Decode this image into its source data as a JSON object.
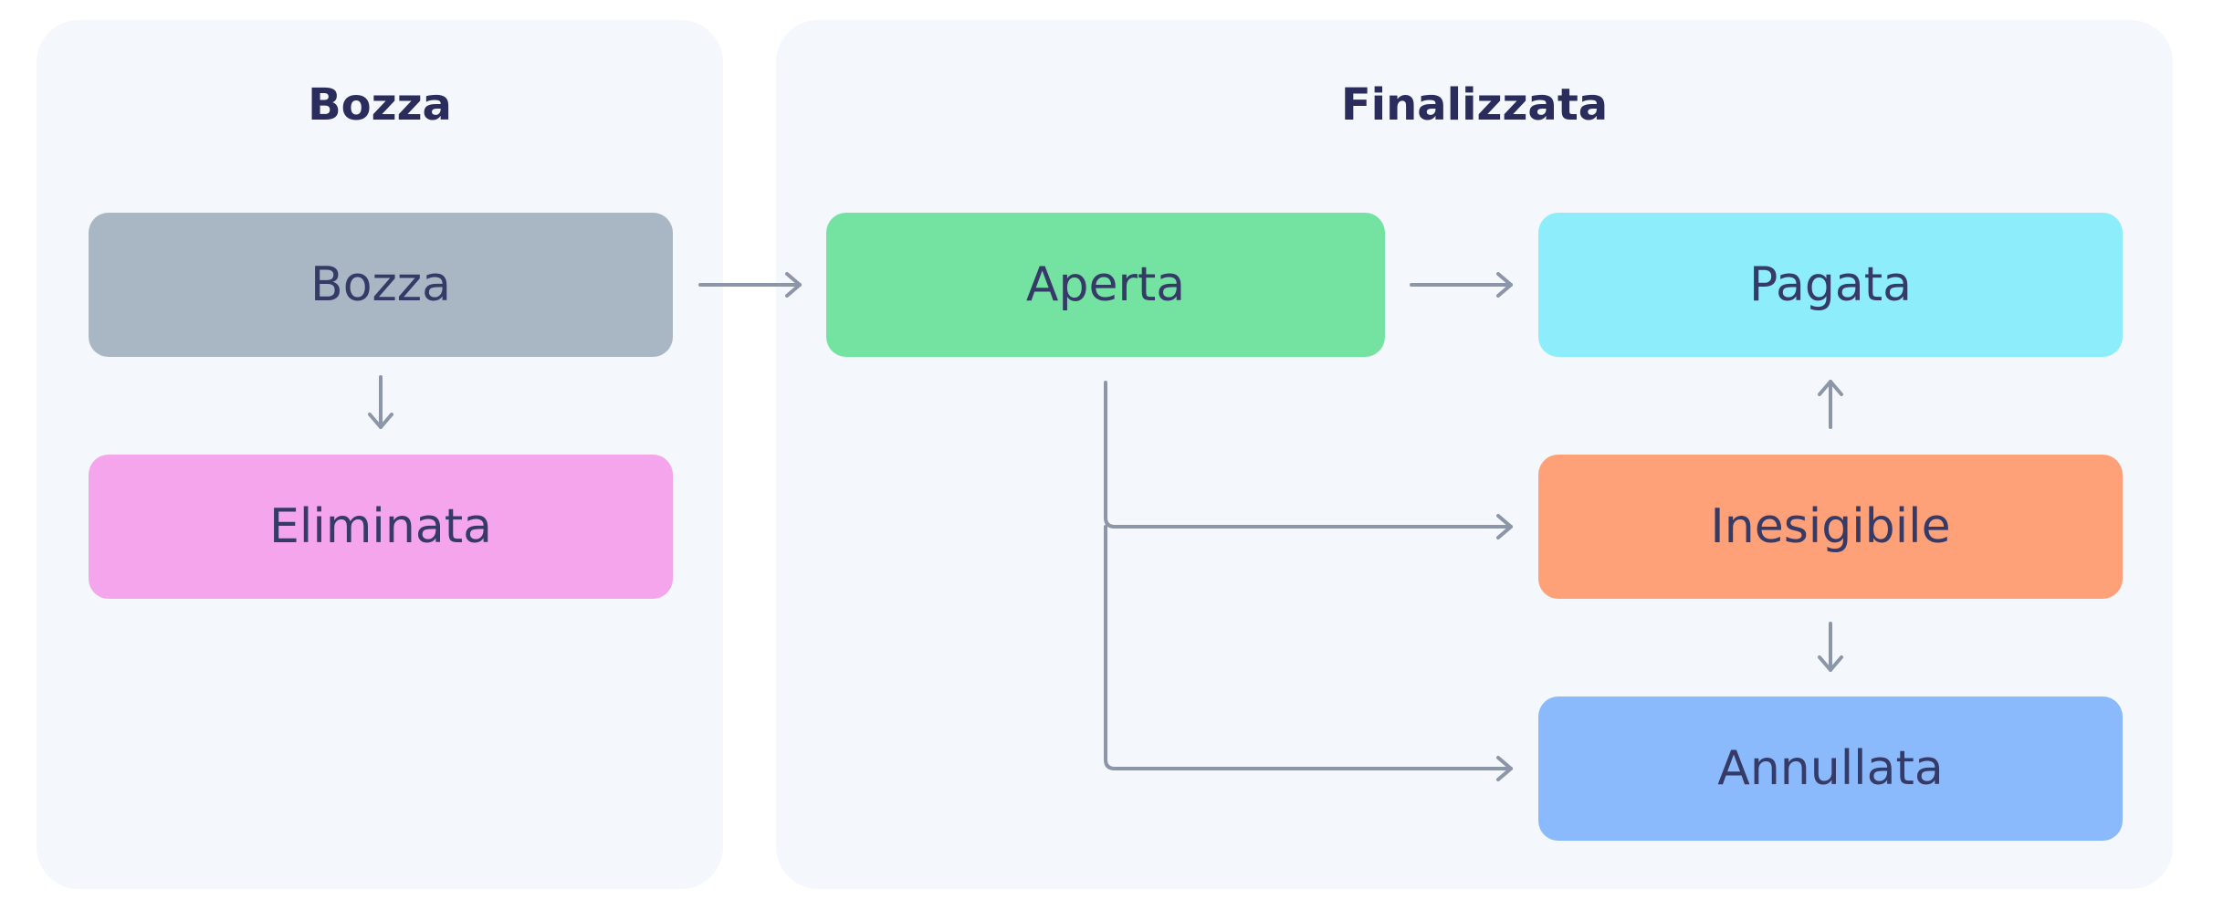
{
  "panels": {
    "draft": {
      "title": "Bozza"
    },
    "finalized": {
      "title": "Finalizzata"
    }
  },
  "nodes": {
    "bozza": {
      "label": "Bozza",
      "color": "#a9b6c4"
    },
    "eliminata": {
      "label": "Eliminata",
      "color": "#f5a5ec"
    },
    "aperta": {
      "label": "Aperta",
      "color": "#74e3a2"
    },
    "pagata": {
      "label": "Pagata",
      "color": "#8eedfb"
    },
    "inesigibile": {
      "label": "Inesigibile",
      "color": "#ffa178"
    },
    "annullata": {
      "label": "Annullata",
      "color": "#8bbafc"
    }
  },
  "colors": {
    "panel_background": "#f4f7fb",
    "connector": "#8d96a9",
    "text": "#353a67"
  }
}
